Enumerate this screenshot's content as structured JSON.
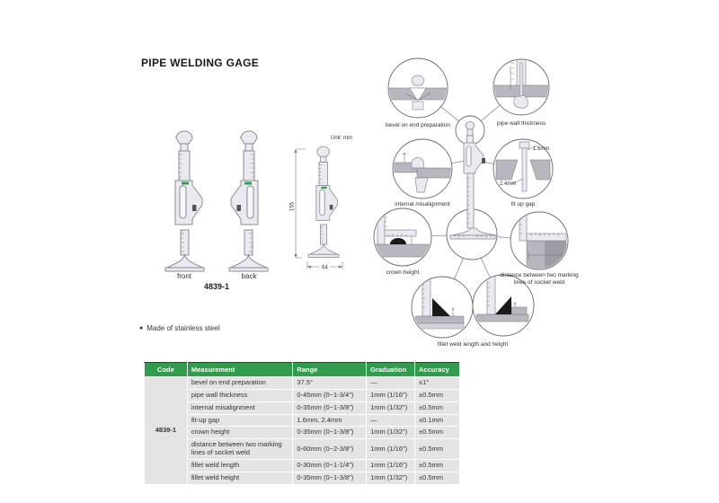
{
  "title": "PIPE WELDING GAGE",
  "product": {
    "code": "4839-1",
    "front_label": "front",
    "back_label": "back"
  },
  "dimension_drawing": {
    "unit_label": "Unit: mm",
    "height": "155",
    "width": "64"
  },
  "features": [
    "Made of stainless steel"
  ],
  "diagram": {
    "captions": {
      "bevel": "bevel on end preparation",
      "pipe_wall": "pipe wall thickness",
      "internal": "internal misalignment",
      "fit_up": "fit up gap",
      "crown": "crown height",
      "distance": "distance between two marking lines of socket weld",
      "fillet": "fillet weld length and height"
    },
    "fit_up_labels": {
      "top": "1.6mm",
      "bottom": "2.4mm"
    }
  },
  "table": {
    "headers": [
      "Code",
      "Measurement",
      "Range",
      "Graduation",
      "Accuracy"
    ],
    "code": "4839-1",
    "rows": [
      {
        "measurement": "bevel on end preparation",
        "range": "37.5°",
        "graduation": "—",
        "accuracy": "±1°"
      },
      {
        "measurement": "pipe wall thickness",
        "range": "0-45mm (0~1-3/4\")",
        "graduation": "1mm (1/16\")",
        "accuracy": "±0.5mm"
      },
      {
        "measurement": "internal misalignment",
        "range": "0-35mm (0~1-3/8\")",
        "graduation": "1mm (1/32\")",
        "accuracy": "±0.5mm"
      },
      {
        "measurement": "fit-up gap",
        "range": "1.6mm, 2.4mm",
        "graduation": "—",
        "accuracy": "±0.1mm"
      },
      {
        "measurement": "crown height",
        "range": "0-35mm (0~1-3/8\")",
        "graduation": "1mm (1/32\")",
        "accuracy": "±0.5mm"
      },
      {
        "measurement": "distance between two marking lines of socket weld",
        "range": "0-60mm (0~2-3/8\")",
        "graduation": "1mm (1/16\")",
        "accuracy": "±0.5mm"
      },
      {
        "measurement": "fillet weld length",
        "range": "0-30mm (0~1-1/4\")",
        "graduation": "1mm (1/16\")",
        "accuracy": "±0.5mm"
      },
      {
        "measurement": "fillet weld height",
        "range": "0-35mm (0~1-3/8\")",
        "graduation": "1mm (1/32\")",
        "accuracy": "±0.5mm"
      }
    ]
  },
  "colors": {
    "table_header_green": "#2f9d4c",
    "table_row_gray": "#e4e4e4",
    "drawing_fill": "#eaeaf0",
    "drawing_stroke": "#8b8b95",
    "pipe_gray": "#b7b7c0"
  }
}
